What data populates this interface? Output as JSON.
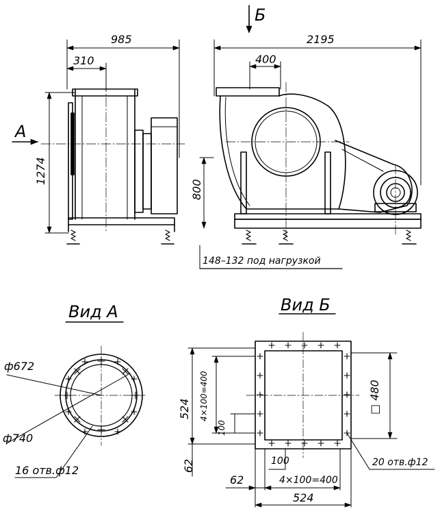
{
  "top_view": {
    "arrow_b": "Б",
    "arrow_a": "А",
    "dim_985": "985",
    "dim_2195": "2195",
    "dim_310": "310",
    "dim_400": "400",
    "dim_1274": "1274",
    "dim_800": "800",
    "note_load": "148–132 под нагрузкой"
  },
  "view_a": {
    "title": "Вид А",
    "dia_inner": "ф672",
    "dia_outer": "ф740",
    "holes": "16 отв.ф12"
  },
  "view_b": {
    "title": "Вид Б",
    "dim_524_vert": "524",
    "dim_4x100_vert": "4×100=400",
    "dim_100_vert": "100",
    "dim_62_vert": "62",
    "square_480": "□ 480",
    "holes": "20 отв.ф12",
    "dim_100_horiz": "100",
    "dim_62_horiz": "62",
    "dim_4x100_horiz": "4×100=400",
    "dim_524_horiz": "524"
  }
}
